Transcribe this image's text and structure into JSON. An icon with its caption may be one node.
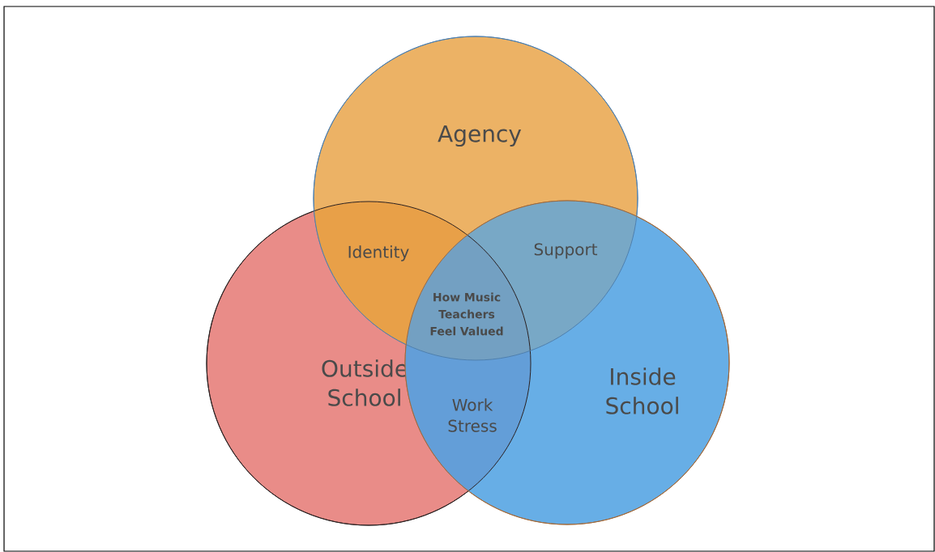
{
  "diagram": {
    "nodes": [
      {
        "text": [
          "Agency"
        ]
      },
      {
        "text": [
          "Outside School"
        ]
      },
      {
        "text": [
          "Inside School"
        ]
      }
    ],
    "labels": [
      "Identity",
      "Support",
      "How Music Teachers Feel Valued",
      "Work Stress"
    ]
  }
}
